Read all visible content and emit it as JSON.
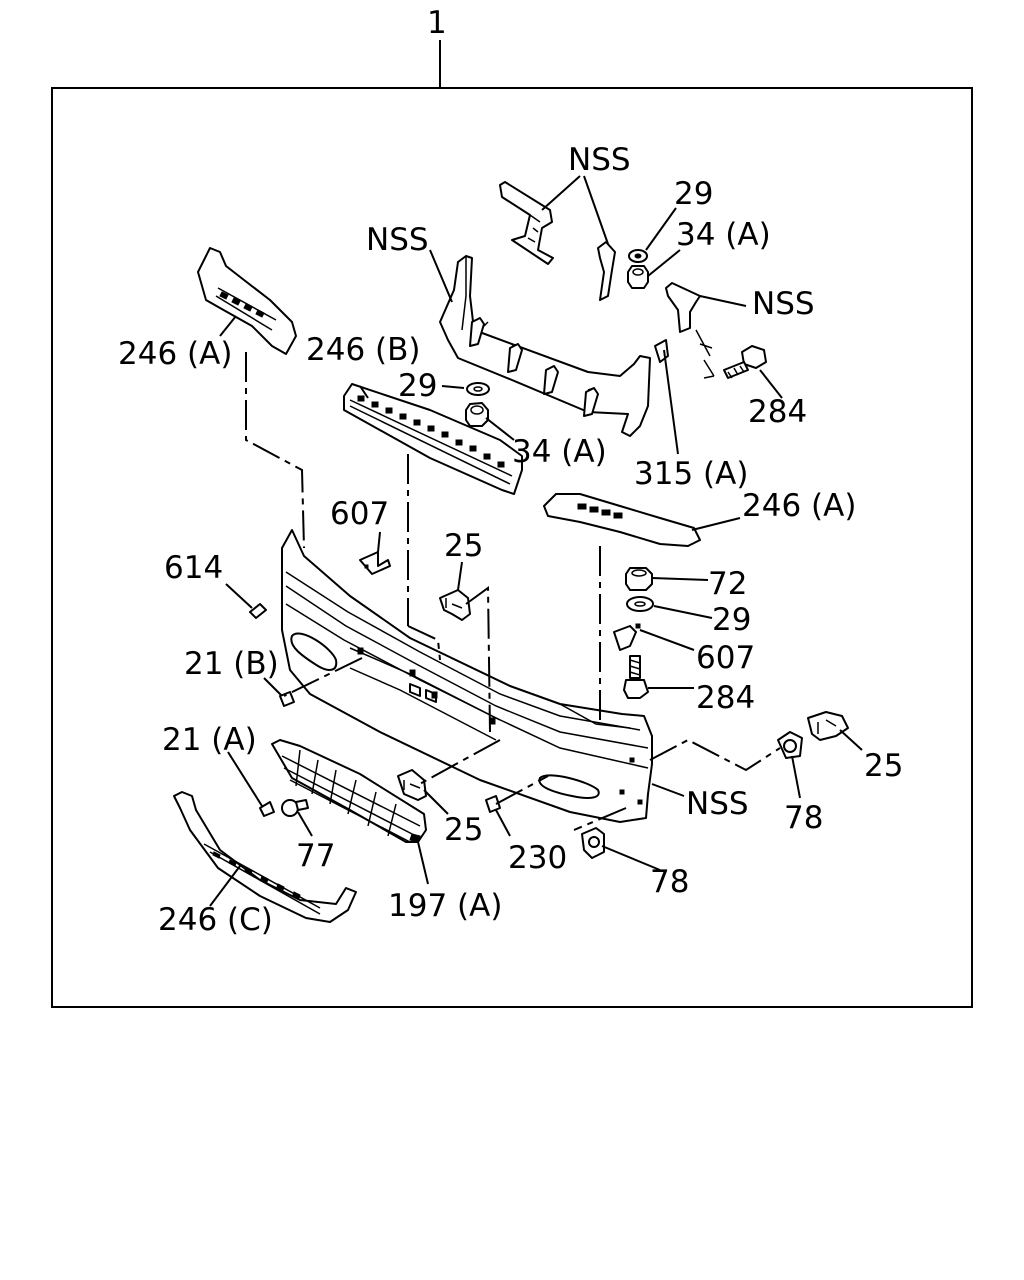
{
  "assembly_number": "1",
  "labels": {
    "nss_top": "NSS",
    "nss_left": "NSS",
    "nss_right": "NSS",
    "nss_bottom": "NSS",
    "p29_top": "29",
    "p34a_top": "34 (A)",
    "p284_top": "284",
    "p315a": "315 (A)",
    "p29_mid": "29",
    "p34a_mid": "34 (A)",
    "p246a_left": "246 (A)",
    "p246b": "246 (B)",
    "p246a_right": "246 (A)",
    "p607_left": "607",
    "p25_top": "25",
    "p614": "614",
    "p72": "72",
    "p29_right": "29",
    "p607_right": "607",
    "p284_right": "284",
    "p21b": "21 (B)",
    "p21a": "21 (A)",
    "p77": "77",
    "p25_mid": "25",
    "p230": "230",
    "p25_right": "25",
    "p78_right": "78",
    "p78_bottom": "78",
    "p197a": "197 (A)",
    "p246c": "246 (C)"
  }
}
